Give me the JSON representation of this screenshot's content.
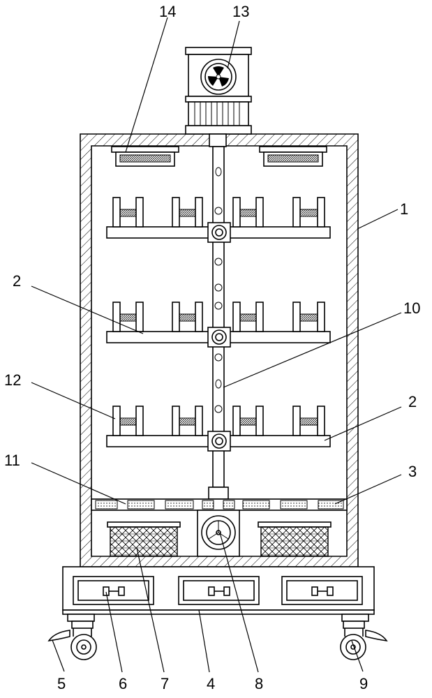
{
  "figure": {
    "labels": [
      {
        "id": "label-1",
        "text": "1"
      },
      {
        "id": "label-2a",
        "text": "2"
      },
      {
        "id": "label-2b",
        "text": "2"
      },
      {
        "id": "label-3",
        "text": "3"
      },
      {
        "id": "label-4",
        "text": "4"
      },
      {
        "id": "label-5",
        "text": "5"
      },
      {
        "id": "label-6",
        "text": "6"
      },
      {
        "id": "label-7",
        "text": "7"
      },
      {
        "id": "label-8",
        "text": "8"
      },
      {
        "id": "label-9",
        "text": "9"
      },
      {
        "id": "label-10",
        "text": "10"
      },
      {
        "id": "label-11",
        "text": "11"
      },
      {
        "id": "label-12",
        "text": "12"
      },
      {
        "id": "label-13",
        "text": "13"
      },
      {
        "id": "label-14",
        "text": "14"
      }
    ]
  }
}
